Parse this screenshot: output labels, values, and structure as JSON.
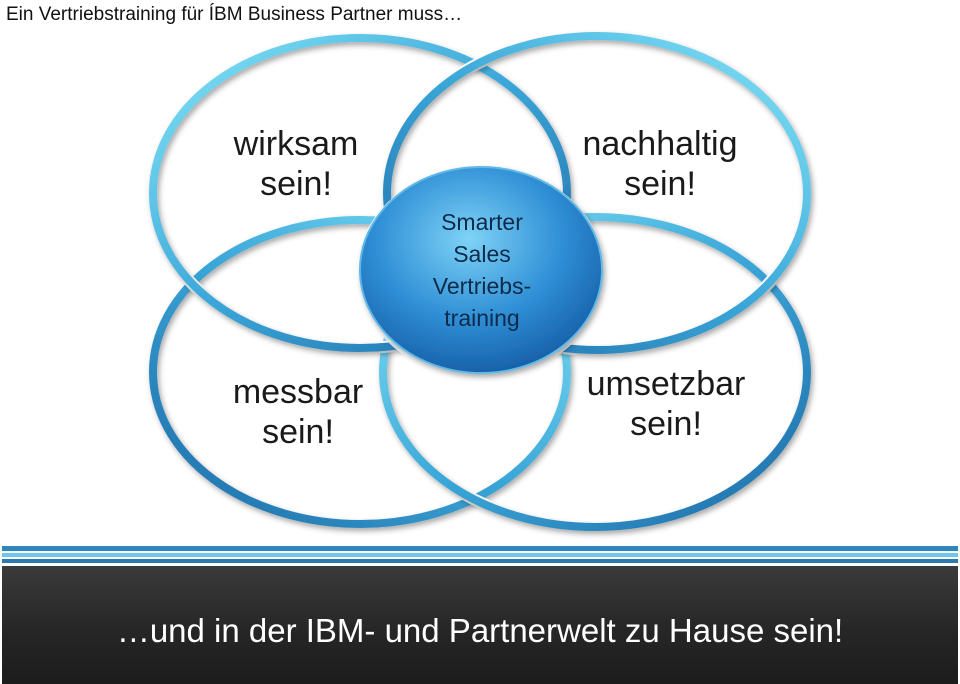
{
  "title": "Ein Vertriebstraining für ÍBM Business Partner muss…",
  "circles": {
    "top_left": {
      "line1": "wirksam",
      "line2": "sein!"
    },
    "top_right": {
      "line1": "nachhaltig",
      "line2": "sein!"
    },
    "bottom_left": {
      "line1": "messbar",
      "line2": "sein!"
    },
    "bottom_right": {
      "line1": "umsetzbar",
      "line2": "sein!"
    }
  },
  "center": {
    "line1": "Smarter",
    "line2": "Sales",
    "line3": "Vertriebs-",
    "line4": "training"
  },
  "footer": "…und in der IBM- und Partnerwelt zu Hause sein!",
  "colors": {
    "ring_light": "#7fe3f7",
    "ring_dark": "#2a7cb8",
    "center_light": "#5cc3f2",
    "center_dark": "#1565b0",
    "footer_bg": "#262626",
    "rule_blue": "#3a95c9"
  }
}
